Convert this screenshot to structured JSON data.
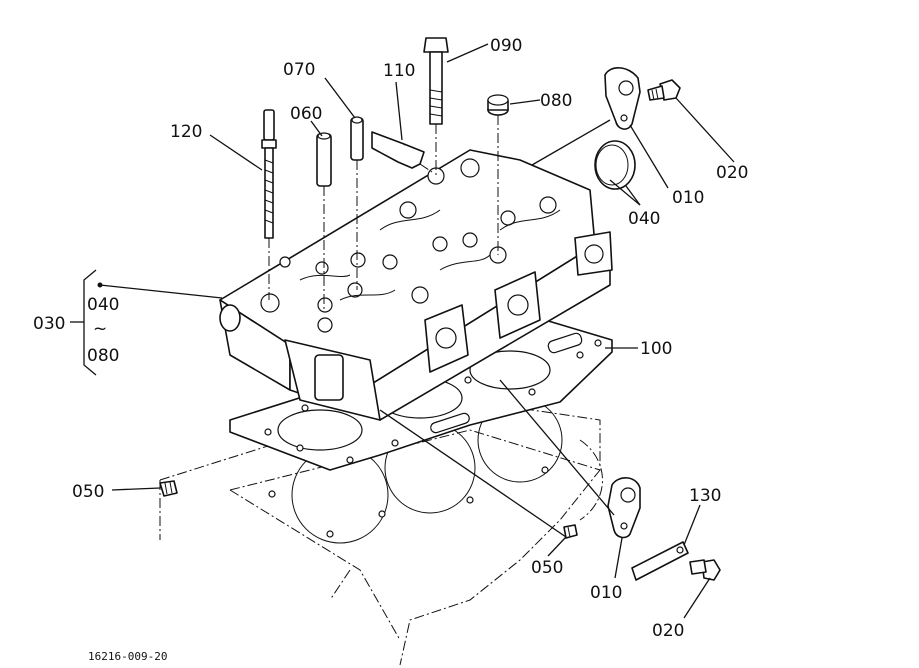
{
  "labels": {
    "p010_upper": "010",
    "p010_lower": "010",
    "p020_upper": "020",
    "p020_lower": "020",
    "p030": "030",
    "p040_set": "040",
    "p040": "040",
    "p050_left": "050",
    "p050_right": "050",
    "p060": "060",
    "p070": "070",
    "p080_set": "080",
    "p080": "080",
    "p090": "090",
    "p100": "100",
    "p110": "110",
    "p120": "120",
    "p130": "130",
    "tilde": "~"
  },
  "drawing_code": "16216-009-20"
}
